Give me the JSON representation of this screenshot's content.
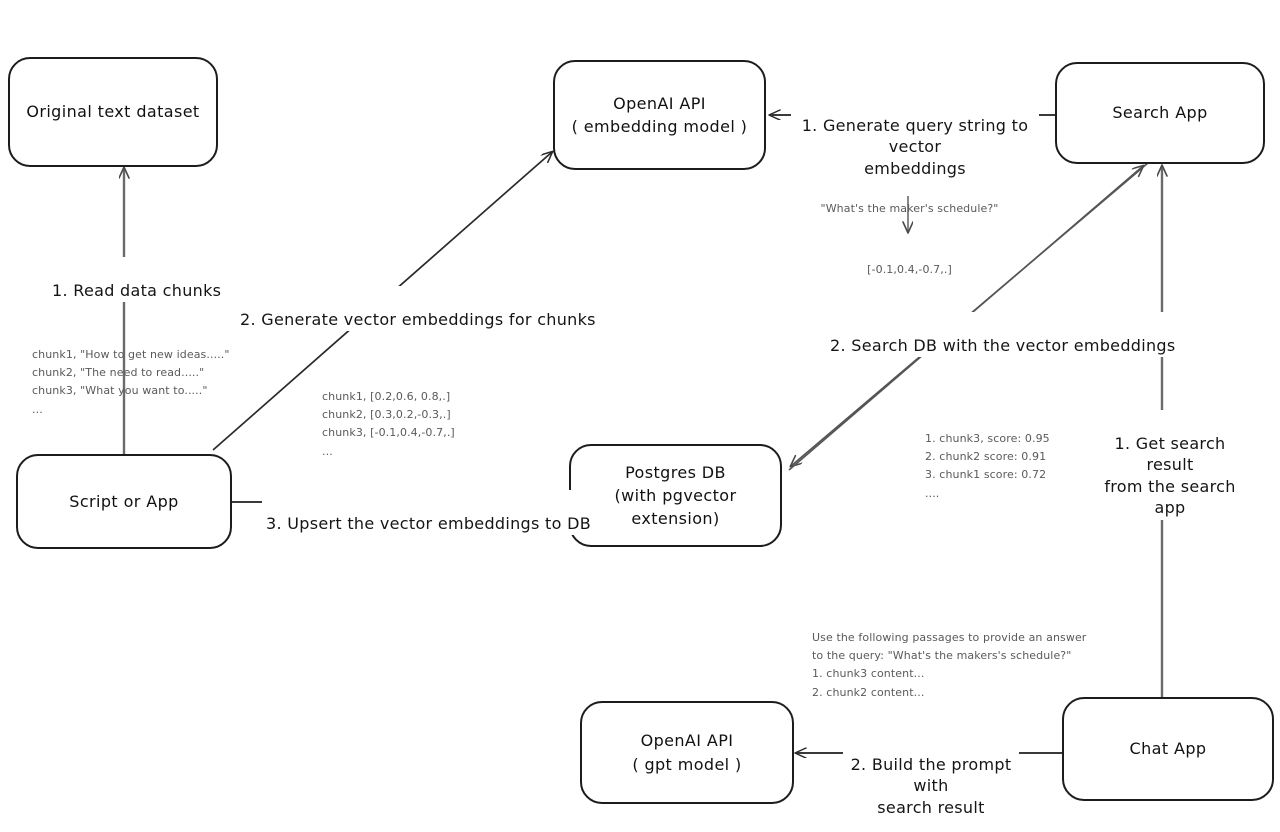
{
  "diagram": {
    "title": "Vector search RAG architecture flow",
    "stroke_color": "#1c1c1c",
    "note_color": "#5a5a5a",
    "background": "#ffffff"
  },
  "nodes": {
    "original_dataset": {
      "line1": "Original text dataset",
      "line2": ""
    },
    "script_or_app": {
      "line1": "Script or App",
      "line2": ""
    },
    "openai_embedding": {
      "line1": "OpenAI API",
      "line2": "( embedding model )"
    },
    "postgres_db": {
      "line1": "Postgres DB",
      "line2": "(with pgvector extension)"
    },
    "search_app": {
      "line1": "Search App",
      "line2": ""
    },
    "chat_app": {
      "line1": "Chat App",
      "line2": ""
    },
    "openai_gpt": {
      "line1": "OpenAI API",
      "line2": "( gpt model )"
    }
  },
  "edge_labels": {
    "read_data_chunks": "1. Read data chunks",
    "generate_vector_embeddings": "2. Generate vector embeddings for chunks",
    "upsert_to_db": "3. Upsert the vector embeddings  to DB",
    "generate_query_string": "1. Generate query string to vector\nembeddings",
    "search_db": "2. Search DB with the vector embeddings",
    "get_search_result": "1. Get search result\nfrom the search app",
    "build_prompt": "2. Build the prompt with\nsearch result"
  },
  "notes": {
    "raw_chunks": "chunk1, \"How to get new ideas.....\"\nchunk2, \"The need to read.....\"\nchunk3, \"What you want to.....\"\n...",
    "chunk_embeddings": "chunk1, [0.2,0.6, 0.8,.]\nchunk2, [0.3,0.2,-0.3,.]\nchunk3, [-0.1,0.4,-0.7,.]\n...",
    "query_string": "\"What's the maker's schedule?\"",
    "query_vector": "[-0.1,0.4,-0.7,.]",
    "search_results": "1. chunk3, score: 0.95\n2. chunk2 score: 0.91\n3. chunk1 score: 0.72\n....",
    "prompt_text": "Use the following passages to provide an answer\nto the query: \"What's the makers's schedule?\"\n1. chunk3 content...\n2. chunk2 content..."
  }
}
